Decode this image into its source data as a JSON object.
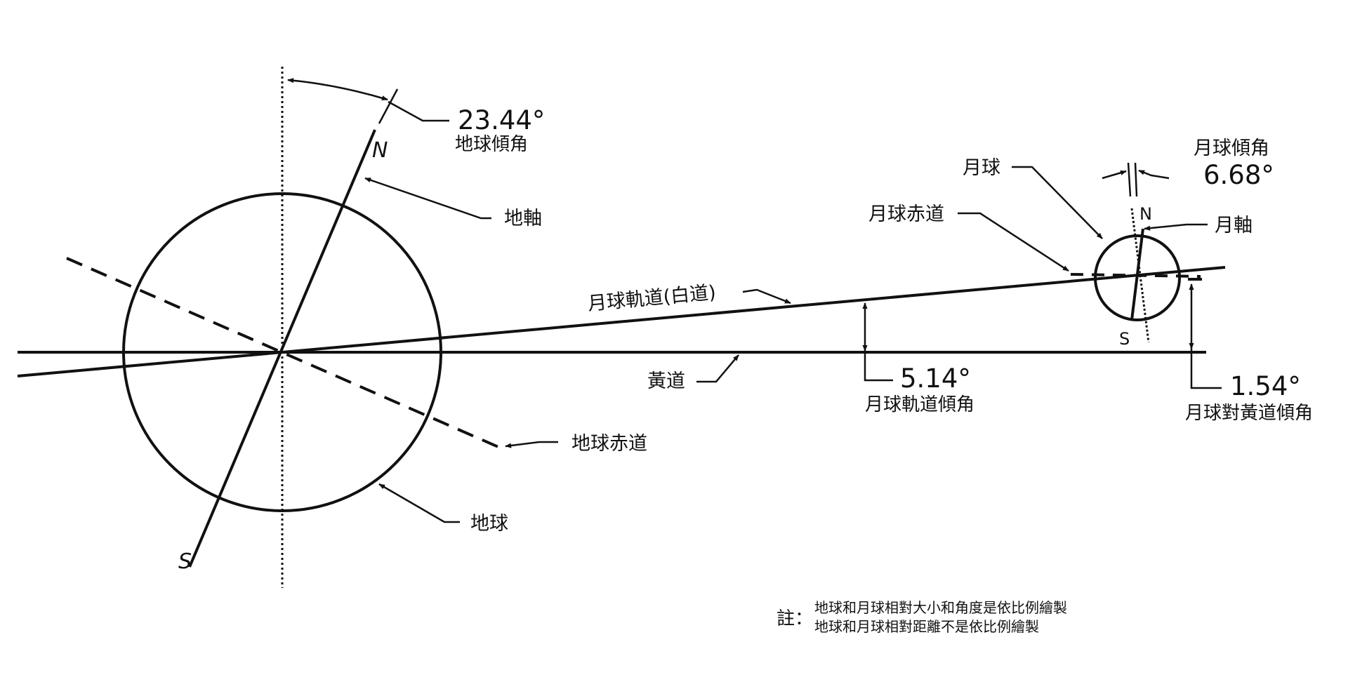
{
  "labels": {
    "earth_tilt_value": "23.44°",
    "earth_tilt_label": "地球傾角",
    "earth_north": "N",
    "earth_south": "S",
    "earth_axis": "地軸",
    "earth": "地球",
    "earth_equator": "地球赤道",
    "ecliptic": "黃道",
    "moon_orbit": "月球軌道(白道)",
    "orbit_inclination_value": "5.14°",
    "orbit_inclination_label": "月球軌道傾角",
    "moon": "月球",
    "moon_equator": "月球赤道",
    "moon_tilt_label": "月球傾角",
    "moon_tilt_value": "6.68°",
    "moon_north": "N",
    "moon_south": "S",
    "moon_axis": "月軸",
    "moon_ecliptic_value": "1.54°",
    "moon_ecliptic_label": "月球對黃道傾角"
  },
  "note": {
    "prefix": "註：",
    "line1": "地球和月球相對大小和角度是依比例繪製",
    "line2": "地球和月球相對距離不是依比例繪製"
  },
  "colors": {
    "ink": "#111111",
    "background": "#ffffff"
  }
}
